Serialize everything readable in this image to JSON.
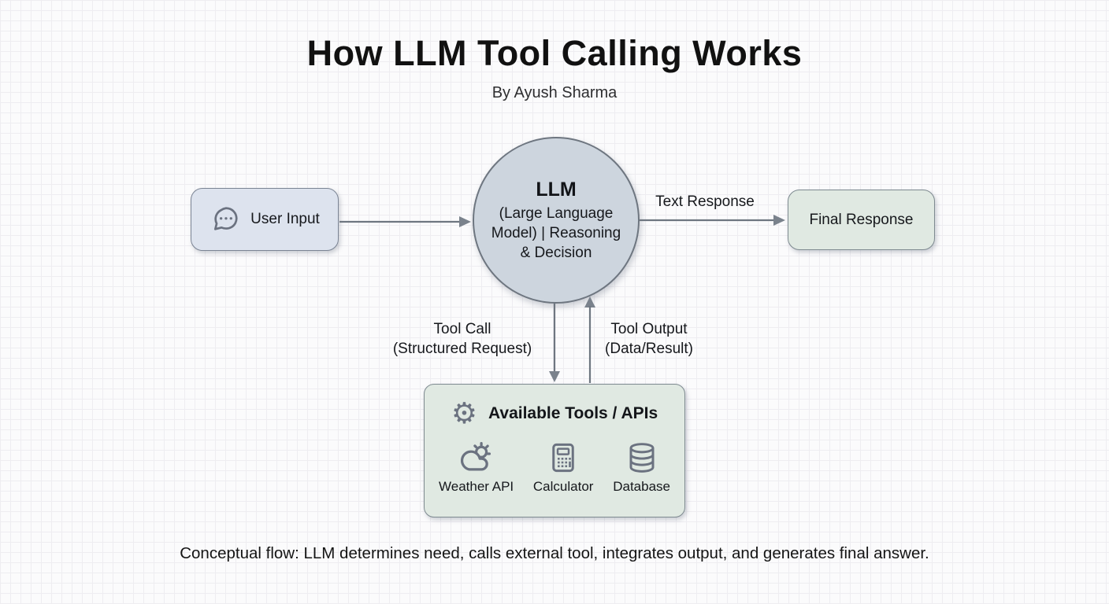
{
  "title": "How LLM Tool Calling Works",
  "subtitle": "By Ayush Sharma",
  "nodes": {
    "user_input": {
      "label": "User Input",
      "icon": "chat-bubble-icon",
      "fill": "#dde3ee"
    },
    "llm": {
      "title": "LLM",
      "subtitle": "(Large Language Model) | Reasoning & Decision",
      "fill": "#cdd5de"
    },
    "final_response": {
      "label": "Final Response",
      "fill": "#e0e9e2"
    },
    "tools": {
      "title": "Available Tools / APIs",
      "title_icon": "gear-icon",
      "gear_glyph": "⚙",
      "fill": "#e0e9e2",
      "items": [
        {
          "label": "Weather API",
          "icon": "weather-icon"
        },
        {
          "label": "Calculator",
          "icon": "calculator-icon"
        },
        {
          "label": "Database",
          "icon": "database-icon"
        }
      ]
    }
  },
  "edges": {
    "user_to_llm": {
      "label": ""
    },
    "llm_to_final": {
      "label": "Text Response"
    },
    "llm_to_tools": {
      "line1": "Tool Call",
      "line2": "(Structured Request)"
    },
    "tools_to_llm": {
      "line1": "Tool Output",
      "line2": "(Data/Result)"
    }
  },
  "caption": "Conceptual flow: LLM determines need, calls external tool, integrates output, and generates final answer.",
  "colors": {
    "background": "#fbfbfc",
    "grid_line": "#eeedf1",
    "node_blue": "#dde3ee",
    "node_grey": "#cdd5de",
    "node_green": "#e0e9e2",
    "border": "#7b8494",
    "arrow": "#6e7680",
    "text": "#16181c"
  }
}
